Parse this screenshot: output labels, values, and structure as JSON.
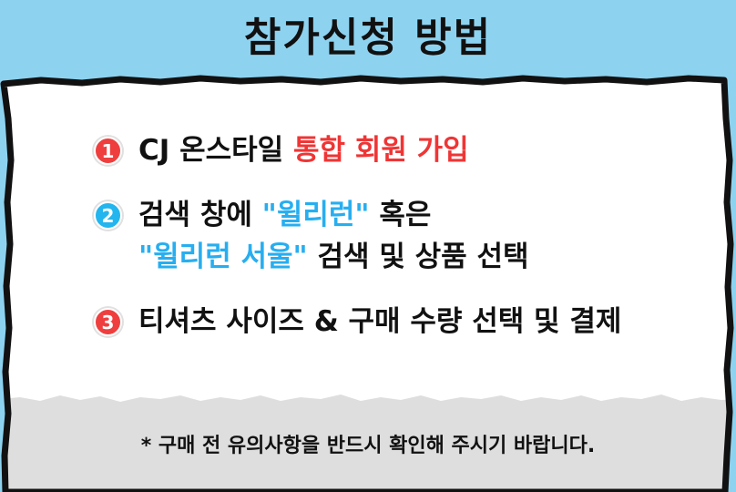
{
  "title": "참가신청 방법",
  "steps": [
    {
      "number": "1",
      "color": "#ef3e3e",
      "text_before": "CJ 온스타일",
      "highlight": "통합 회원 가입"
    },
    {
      "number": "2",
      "color": "#23b5ee",
      "line1_before": "검색 창에",
      "line1_highlight": "\"윌리런\"",
      "line1_after": "혹은",
      "line2_highlight": "\"윌리런 서울\"",
      "line2_after": "검색 및 상품 선택"
    },
    {
      "number": "3",
      "color": "#ef3e3e",
      "text": "티셔츠 사이즈 & 구매 수량 선택 및 결제"
    }
  ],
  "notice": "* 구매 전 유의사항을 반드시 확인해 주시기 바랍니다.",
  "colors": {
    "background": "#8dd3f0",
    "card": "#ffffff",
    "notice_band": "#dedede",
    "outline": "#111111",
    "red": "#ef3535",
    "blue": "#27aef0"
  }
}
